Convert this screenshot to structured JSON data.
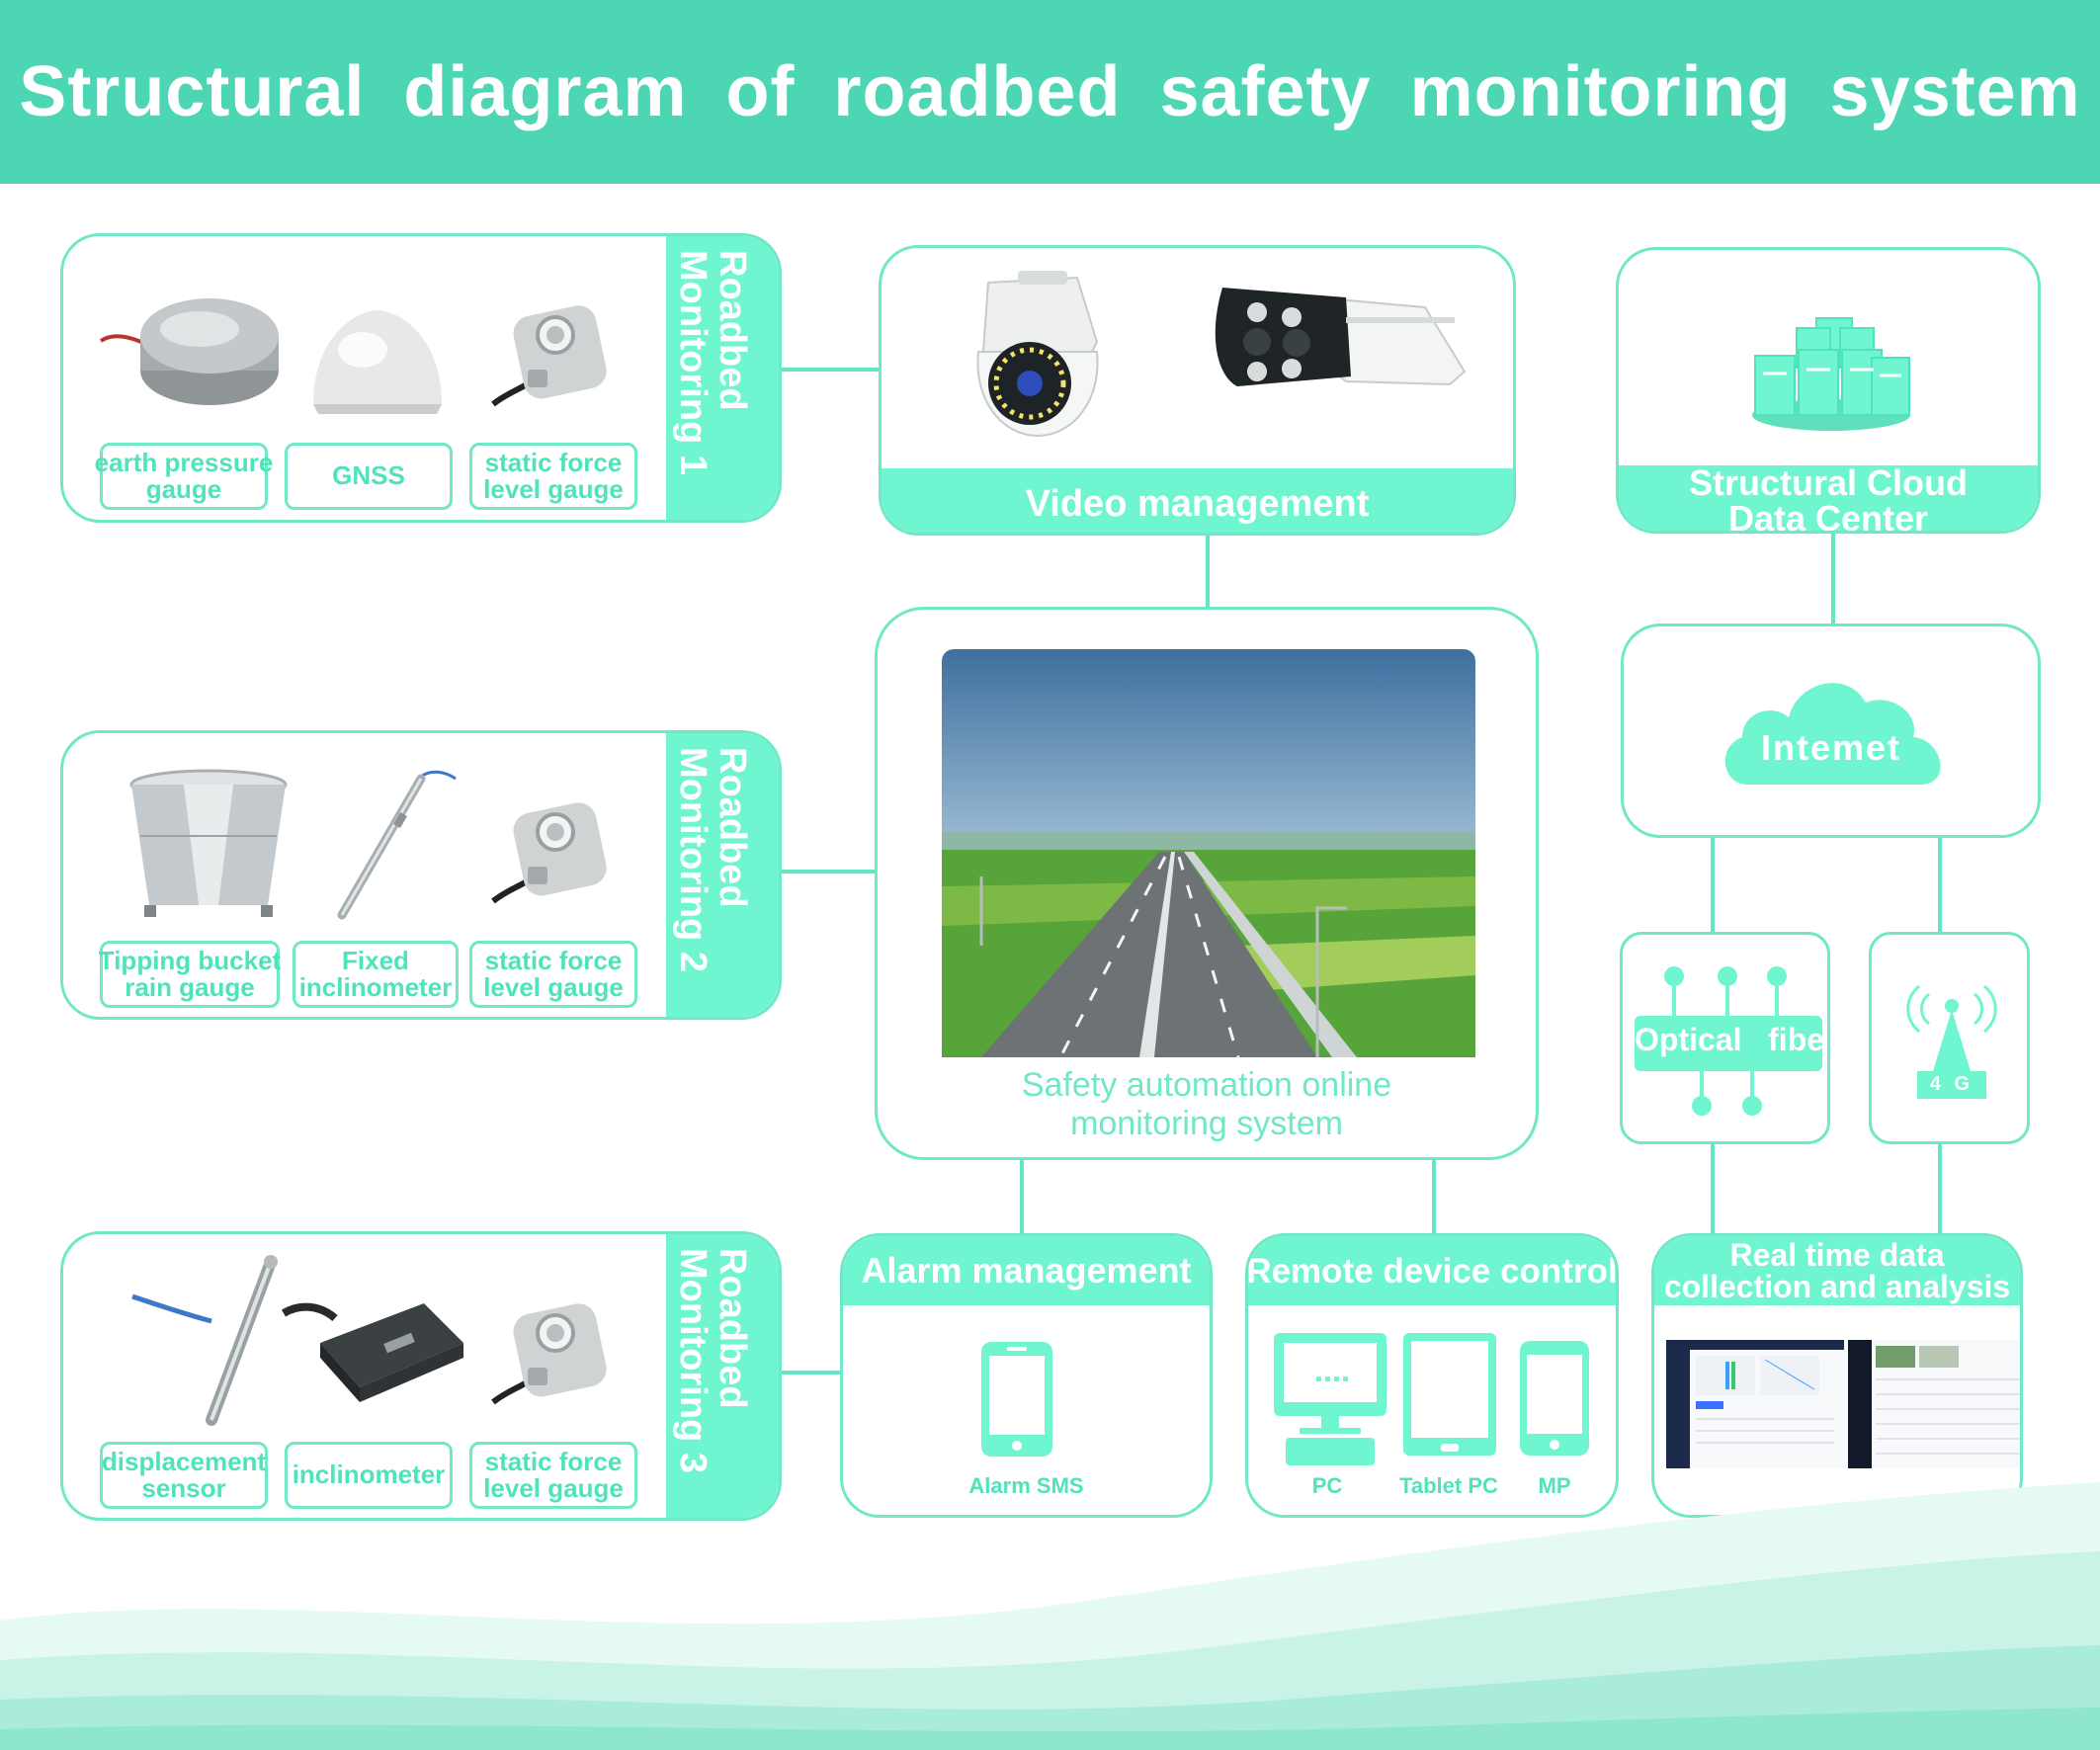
{
  "title": "Structural diagram of roadbed safety monitoring system",
  "roadbed_groups": [
    {
      "heading": "Roadbed\nMonitoring 1",
      "sensors": [
        "earth pressure\ngauge",
        "GNSS",
        "static force\nlevel gauge"
      ]
    },
    {
      "heading": "Roadbed\nMonitoring 2",
      "sensors": [
        "Tipping bucket\nrain gauge",
        "Fixed\ninclinometer",
        "static force\nlevel gauge"
      ]
    },
    {
      "heading": "Roadbed\nMonitoring 3",
      "sensors": [
        "displacement\nsensor",
        "inclinometer",
        "static force\nlevel gauge"
      ]
    }
  ],
  "video": {
    "label": "Video management"
  },
  "center": {
    "caption": "Safety automation online\nmonitoring system"
  },
  "cloud": {
    "label": "Structural Cloud\nData Center"
  },
  "internet": {
    "label": "Intemet"
  },
  "optical": {
    "label": "Optical   fiber"
  },
  "cellular": {
    "label": "4 G"
  },
  "alarm": {
    "label": "Alarm management",
    "device_label": "Alarm SMS"
  },
  "remote": {
    "label": "Remote device control",
    "devices": [
      "PC",
      "Tablet PC",
      "MP"
    ]
  },
  "realtime": {
    "label": "Real time data\ncollection and analysis"
  },
  "colors": {
    "header_bg": "#4dd6b4",
    "accent": "#6ff5cf",
    "border": "#6ee8c6",
    "text_accent": "#4fe3bb"
  }
}
